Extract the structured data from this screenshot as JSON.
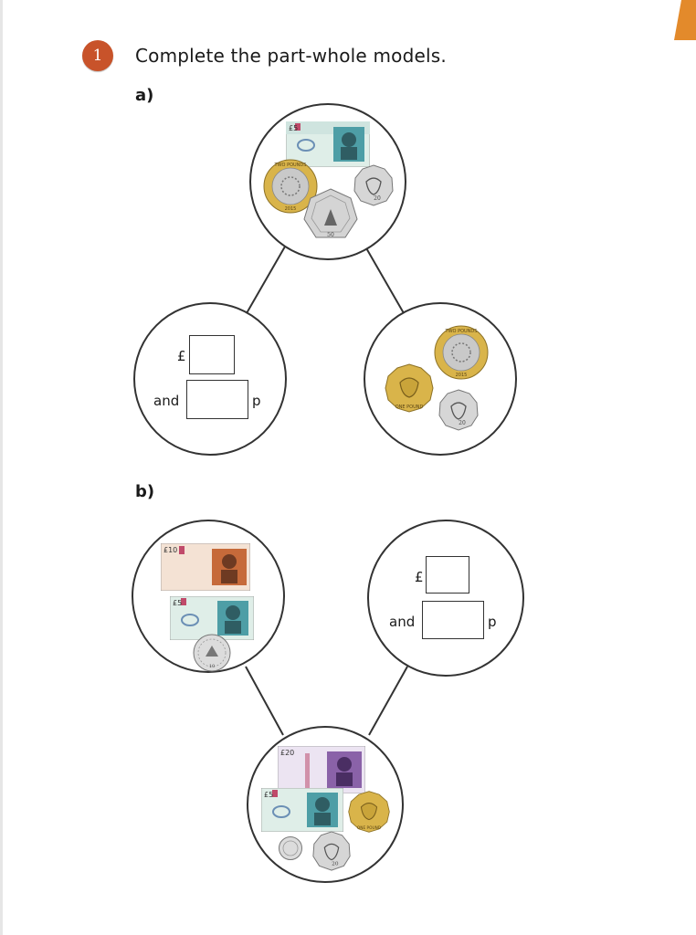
{
  "question": {
    "number": "1",
    "instruction": "Complete the part-whole models."
  },
  "part_a": {
    "label": "a)",
    "answer": {
      "pound_sign": "£",
      "and_word": "and",
      "pence_unit": "p"
    },
    "whole_money": [
      "five-pound-note",
      "two-pound-coin",
      "fifty-pence-coin",
      "twenty-pence-coin"
    ],
    "part_money": [
      "two-pound-coin",
      "one-pound-coin",
      "twenty-pence-coin"
    ]
  },
  "part_b": {
    "label": "b)",
    "answer": {
      "pound_sign": "£",
      "and_word": "and",
      "pence_unit": "p"
    },
    "part_money": [
      "ten-pound-note",
      "five-pound-note",
      "ten-pence-coin"
    ],
    "whole_money": [
      "twenty-pound-note",
      "five-pound-note",
      "one-pound-coin",
      "five-pence-coin",
      "twenty-pence-coin"
    ]
  },
  "money_text": {
    "note5": "£5",
    "note10": "£10",
    "note20": "£20",
    "two_pounds": "TWO POUNDS",
    "one_pound": "ONE POUND",
    "year": "2015",
    "fifty": "50",
    "ten": "10",
    "twenty": "20"
  },
  "colors": {
    "badge": "#c8532a",
    "corner_tab": "#e38a2b",
    "note5": "#4e9ea6",
    "note10": "#c66a3a",
    "note20": "#8a62a8",
    "gold": "#d9b44a",
    "silver": "#bdbdbd"
  }
}
